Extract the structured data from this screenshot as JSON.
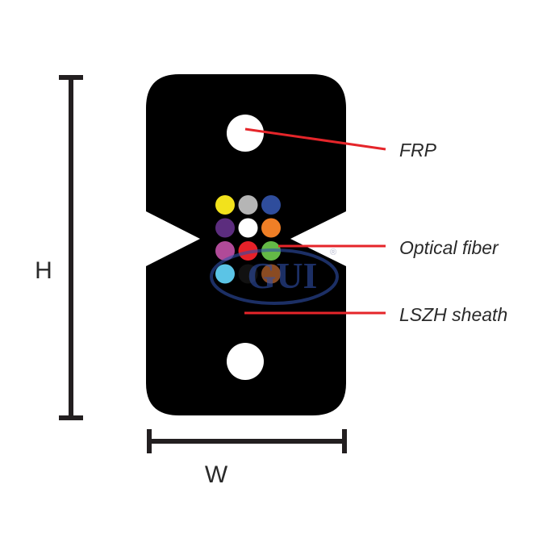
{
  "dimensions": {
    "height_label": "H",
    "width_label": "W"
  },
  "callouts": {
    "frp": "FRP",
    "optical_fiber": "Optical fiber",
    "sheath": "LSZH sheath"
  },
  "watermark": {
    "text": "GUI",
    "mark": "®",
    "color": "#2f4fa8"
  },
  "colors": {
    "sheath": "#000000",
    "callout_line": "#e5252a",
    "dimension_line": "#231f20",
    "fibers": [
      [
        "#f2e21c",
        "#b5b5b5",
        "#2f4d9c"
      ],
      [
        "#5c2d7e",
        "#ffffff",
        "#f07f26"
      ],
      [
        "#b04a98",
        "#e62129",
        "#64b946"
      ],
      [
        "#5bc4e6",
        "#111111",
        "#8a4b22"
      ]
    ]
  }
}
